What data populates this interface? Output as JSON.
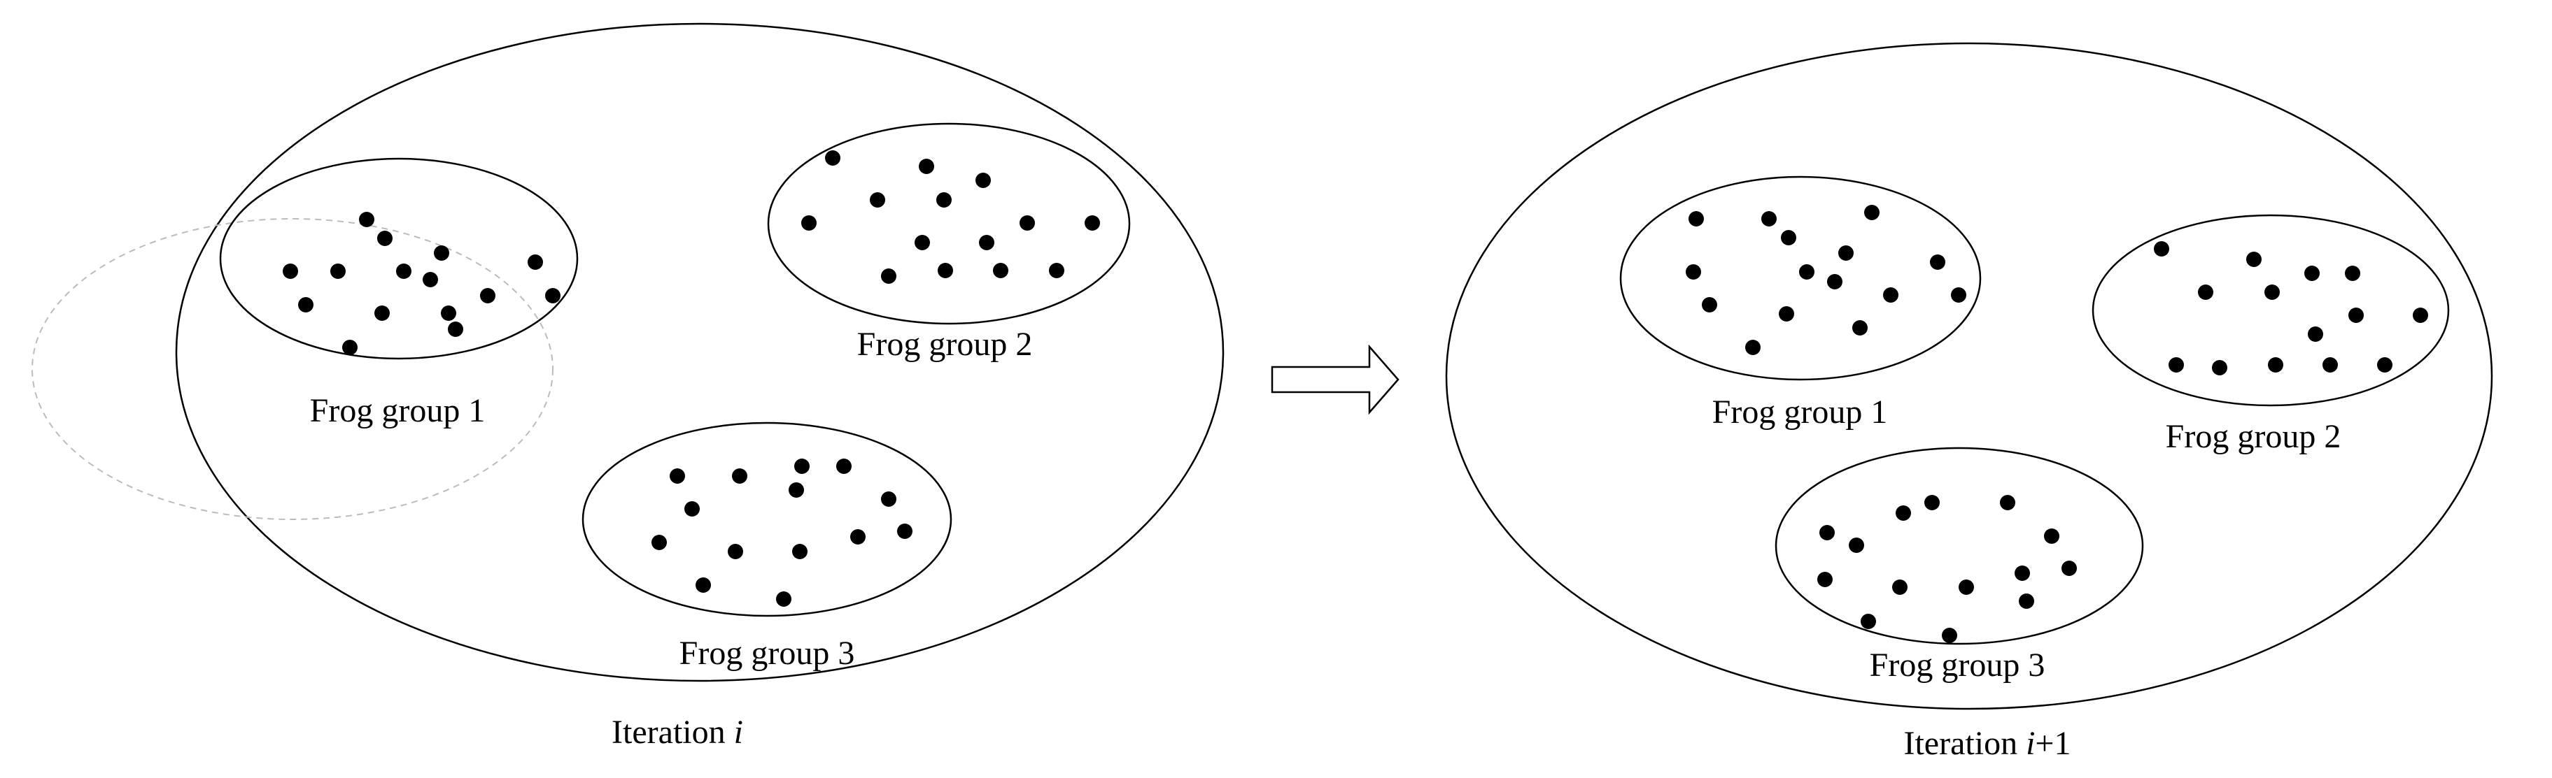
{
  "colors": {
    "stroke": "#000000",
    "dot": "#000000",
    "dashed": "#bbbbbb",
    "background": "#ffffff"
  },
  "left_panel": {
    "caption_prefix": "Iteration ",
    "caption_var": "i",
    "groups": [
      {
        "label": "Frog group 1"
      },
      {
        "label": "Frog group 2"
      },
      {
        "label": "Frog group 3"
      }
    ]
  },
  "arrow": {
    "icon": "right-arrow-icon"
  },
  "right_panel": {
    "caption_prefix": "Iteration ",
    "caption_var": "i",
    "caption_suffix": "+1",
    "groups": [
      {
        "label": "Frog group 1"
      },
      {
        "label": "Frog group 2"
      },
      {
        "label": "Frog group 3"
      }
    ]
  }
}
